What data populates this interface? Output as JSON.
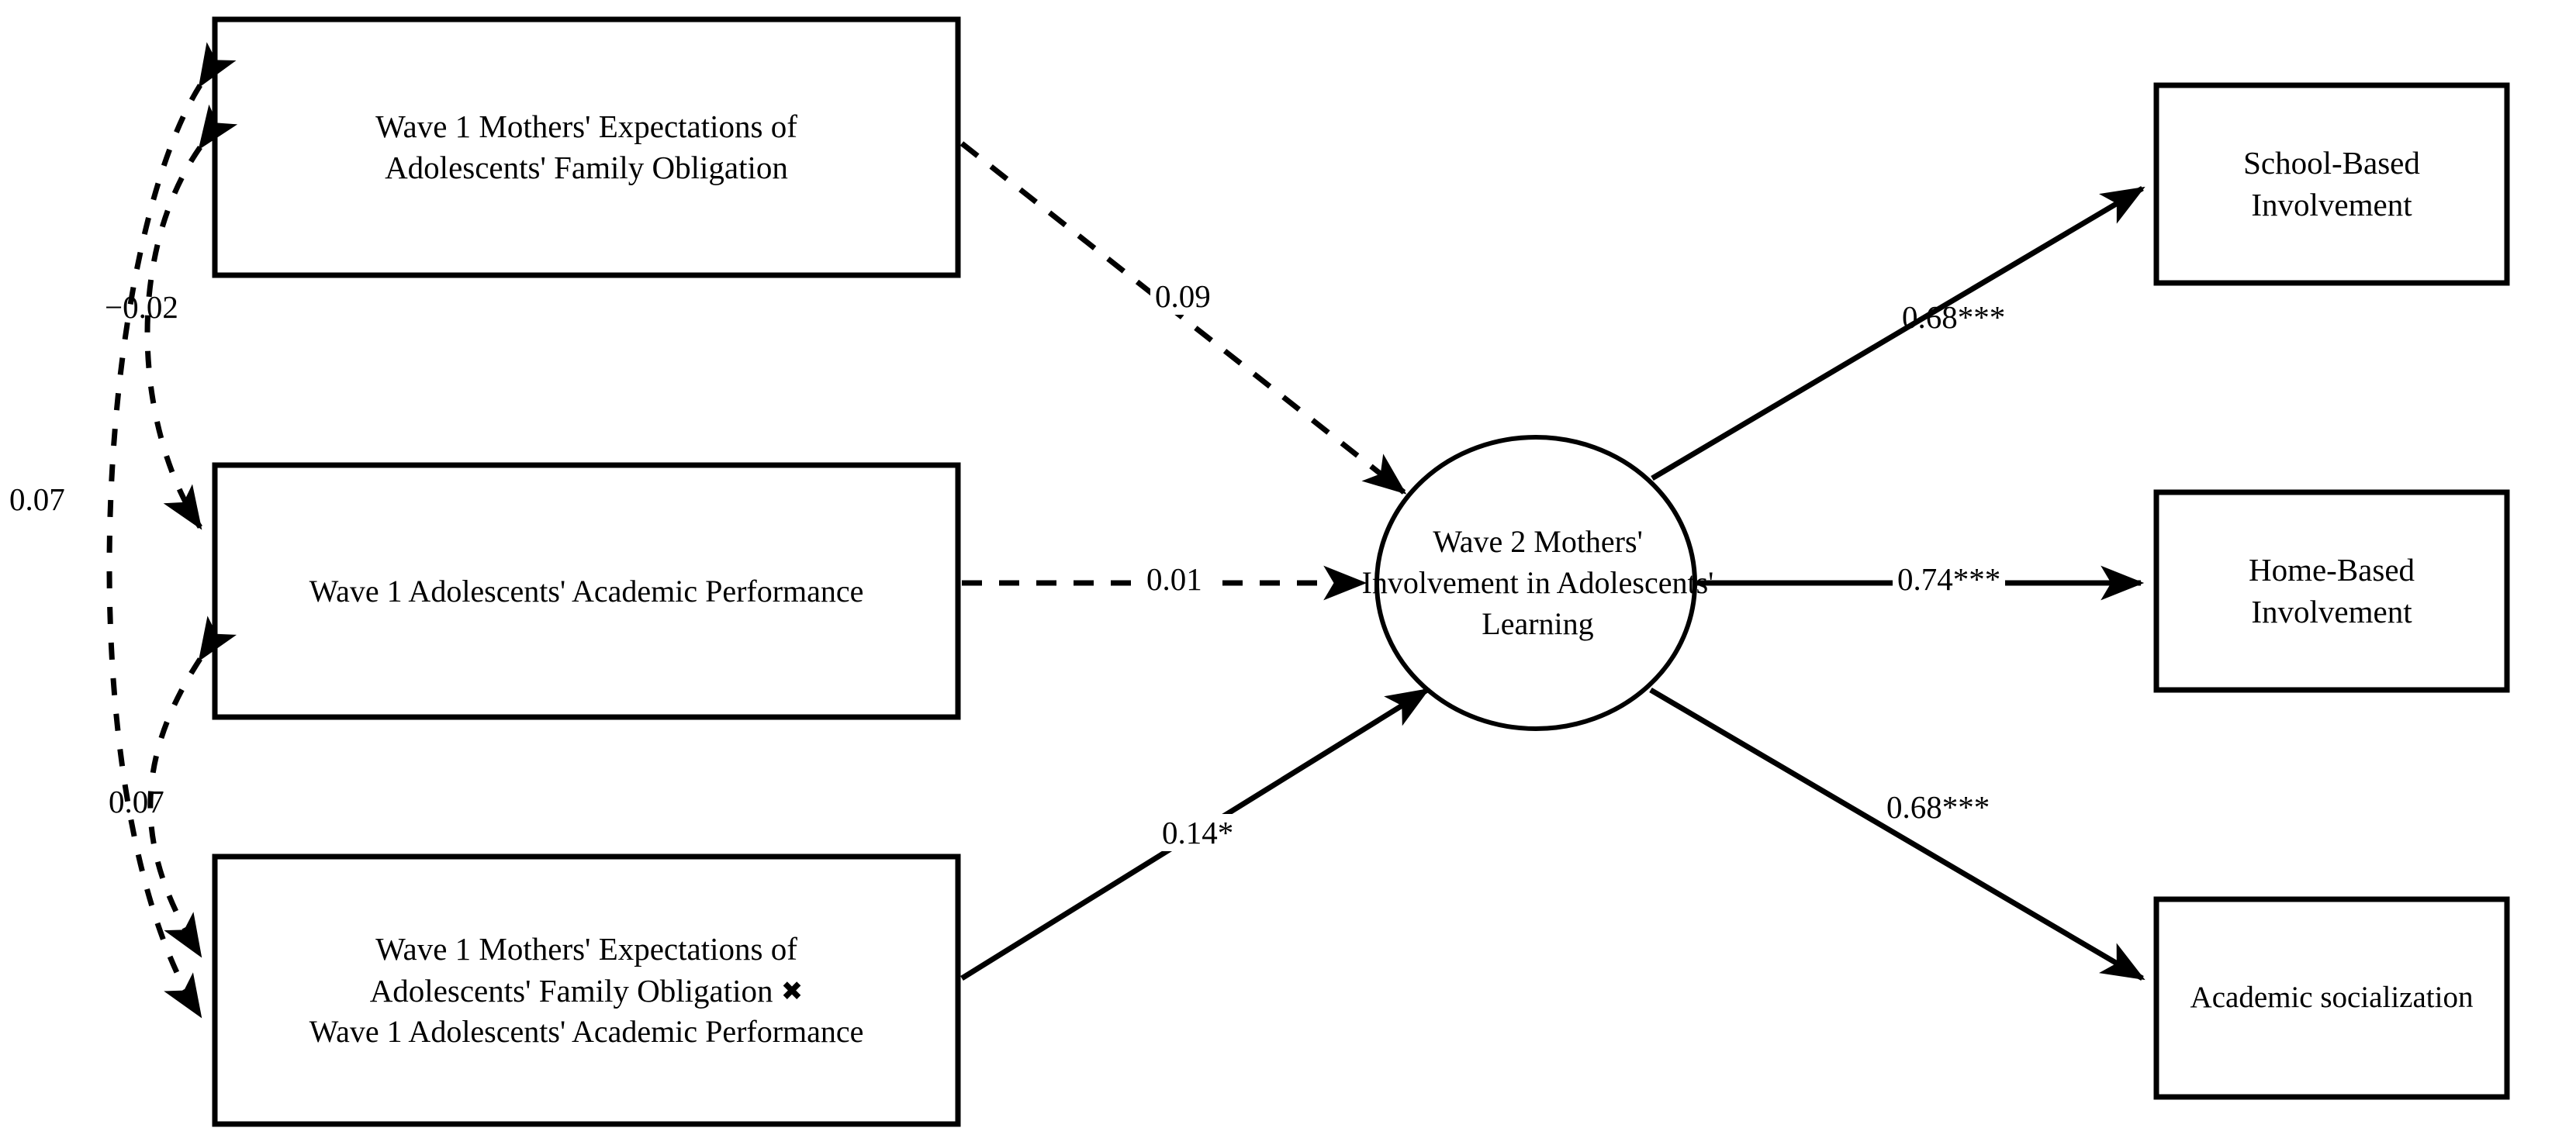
{
  "diagram": {
    "title": "Structural equation model of mothers' family obligation expectations, adolescents' academic performance, and mothers' involvement",
    "stroke_color": "#000000",
    "background_color": "#ffffff"
  },
  "nodes": {
    "predictor_expectations": {
      "shape": "rectangle",
      "line1": "Wave 1 Mothers' Expectations of",
      "line2": "Adolescents' Family Obligation"
    },
    "predictor_performance": {
      "shape": "rectangle",
      "line1": "Wave 1 Adolescents' Academic Performance"
    },
    "predictor_interaction": {
      "shape": "rectangle",
      "line1": "Wave 1 Mothers' Expectations of",
      "line2": "Adolescents' Family Obligation",
      "operator": "✖",
      "line3": "Wave 1 Adolescents' Academic Performance"
    },
    "latent_involvement": {
      "shape": "ellipse",
      "line1": "Wave 2 Mothers'",
      "line2": "Involvement in Adolescents'",
      "line3": "Learning"
    },
    "outcome_school": {
      "shape": "rectangle",
      "line1": "School-Based",
      "line2": "Involvement"
    },
    "outcome_home": {
      "shape": "rectangle",
      "line1": "Home-Based",
      "line2": "Involvement"
    },
    "outcome_academic_socialization": {
      "shape": "rectangle",
      "line1": "Academic socialization"
    }
  },
  "paths": [
    {
      "id": "expectations-to-involvement",
      "from": "predictor_expectations",
      "to": "latent_involvement",
      "coefficient": "0.09",
      "style": "dashed",
      "significant": false
    },
    {
      "id": "performance-to-involvement",
      "from": "predictor_performance",
      "to": "latent_involvement",
      "coefficient": "0.01",
      "style": "dashed",
      "significant": false
    },
    {
      "id": "interaction-to-involvement",
      "from": "predictor_interaction",
      "to": "latent_involvement",
      "coefficient": "0.14*",
      "style": "solid",
      "significant": true
    },
    {
      "id": "involvement-to-school",
      "from": "latent_involvement",
      "to": "outcome_school",
      "coefficient": "0.68***",
      "style": "solid",
      "significant": true
    },
    {
      "id": "involvement-to-home",
      "from": "latent_involvement",
      "to": "outcome_home",
      "coefficient": "0.74***",
      "style": "solid",
      "significant": true
    },
    {
      "id": "involvement-to-academic-socialization",
      "from": "latent_involvement",
      "to": "outcome_academic_socialization",
      "coefficient": "0.68***",
      "style": "solid",
      "significant": true
    }
  ],
  "correlations": [
    {
      "id": "expectations-performance",
      "between": [
        "predictor_expectations",
        "predictor_performance"
      ],
      "coefficient": "−0.02",
      "style": "dashed"
    },
    {
      "id": "expectations-interaction",
      "between": [
        "predictor_expectations",
        "predictor_interaction"
      ],
      "coefficient": "0.07",
      "style": "dashed"
    },
    {
      "id": "performance-interaction",
      "between": [
        "predictor_performance",
        "predictor_interaction"
      ],
      "coefficient": "0.07",
      "style": "dashed"
    }
  ]
}
